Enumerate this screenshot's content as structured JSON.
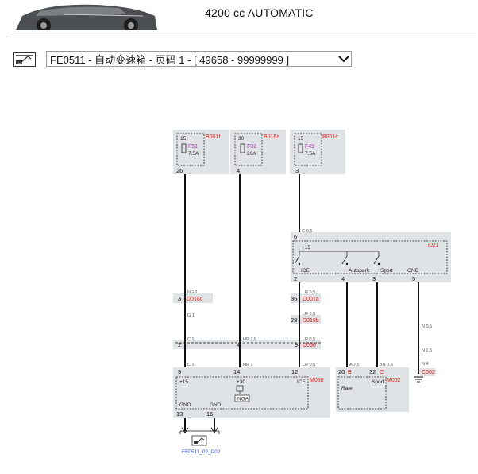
{
  "header": {
    "engine_spec": "4200 cc AUTOMATIC"
  },
  "doc_selector": {
    "value": "FE0511 - 自动变速箱 - 页码 1 - [ 49658 - 99999999 ]",
    "icon": "nga-connector-icon",
    "toggle_icon": "chevron-down-icon"
  },
  "fuses": [
    {
      "id": "f51",
      "supply": "15",
      "name": "F51",
      "rating": "7.5A",
      "box": "B001f",
      "pin": "26"
    },
    {
      "id": "f02",
      "supply": "30",
      "name": "F02",
      "rating": "20A",
      "box": "B016a",
      "pin": "4"
    },
    {
      "id": "f49",
      "supply": "15",
      "name": "F49",
      "rating": "7.5A",
      "box": "B001c",
      "pin": "3"
    }
  ],
  "switch_module": {
    "code": "I021",
    "supply_label": "+15",
    "in_pin": "6",
    "in_wire": "G 0,5",
    "outputs": [
      {
        "label": "ICE",
        "pin": "2"
      },
      {
        "label": "Autopark",
        "pin": "4"
      },
      {
        "label": "Sport",
        "pin": "3"
      },
      {
        "label": "GND",
        "pin": "5"
      }
    ]
  },
  "connectors": {
    "d018c": {
      "code": "D018c",
      "pin": "3"
    },
    "d001a": {
      "code": "D001a",
      "pin": "36"
    },
    "d018b": {
      "code": "D018b",
      "pin": "28"
    },
    "d090": {
      "code": "D090",
      "pins": [
        "2",
        "4",
        "9"
      ]
    }
  },
  "wires": {
    "f51_top": "NG 1",
    "f51_mid": "G 1",
    "f51_d090": "C 1",
    "f51_ecu": "C 1",
    "f02_d090": "HR 2,5",
    "f02_ecu": "HR 1",
    "ice_top": "LR 0,5",
    "ice_mid": "LR 0,5",
    "ice_d090": "LR 0,5",
    "ice_ecu": "LR 0,5",
    "autopark": "AD,5",
    "sport": "BN 0,5",
    "gnd1": "N 0,5",
    "gnd2": "N 1,5",
    "gnd3": "N 4"
  },
  "ecu": {
    "code": "M058",
    "pins": [
      "9",
      "14",
      "12"
    ],
    "labels": [
      "+15",
      "+30",
      "ICE"
    ],
    "nga_label": "NGA",
    "gnd_labels": [
      "GND",
      "GND"
    ],
    "gnd_pins": [
      "13",
      "16"
    ]
  },
  "selector": {
    "code": "M002",
    "pins": [
      "20",
      "32"
    ],
    "pin_letters": [
      "B",
      "C"
    ],
    "text_left": "Rate",
    "text_right": "Sport"
  },
  "ground_point": {
    "code": "C002"
  },
  "nav_link": {
    "label": "FE0511_02_P02"
  }
}
